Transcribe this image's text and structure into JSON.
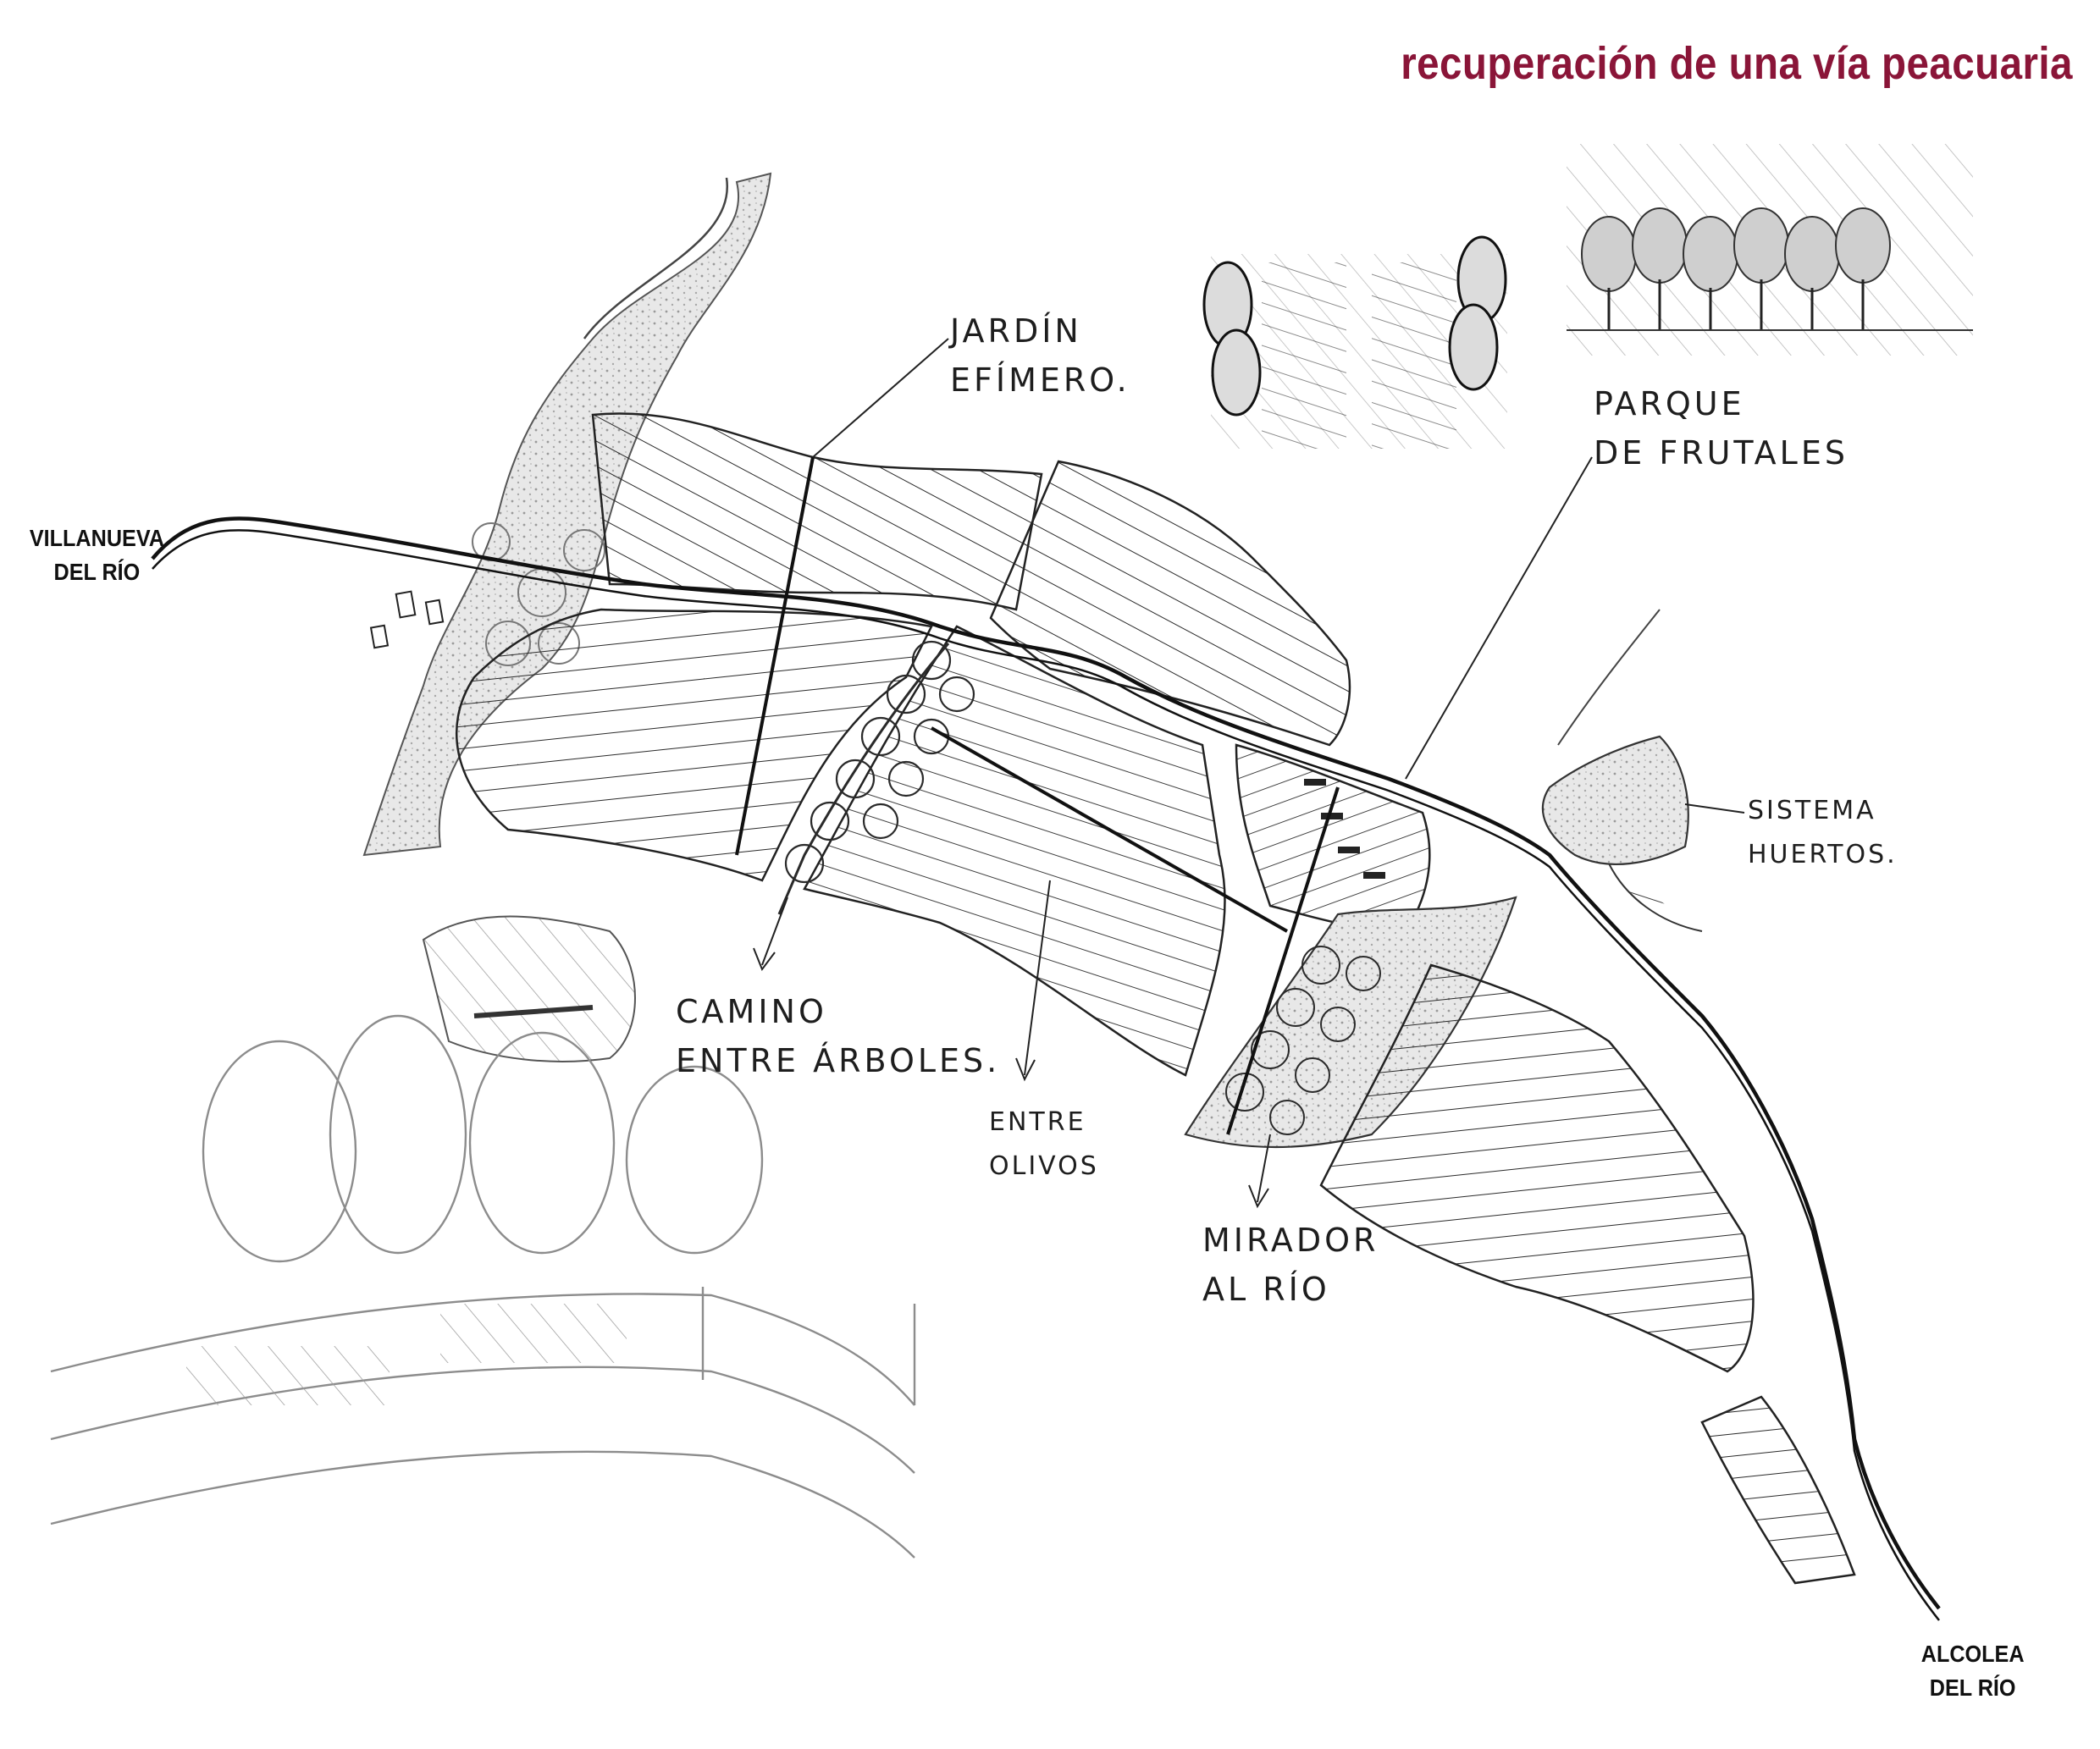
{
  "title": "recuperación de una vía peacuaria",
  "colors": {
    "title": "#8a1538",
    "ink": "#1e1e1e",
    "pencil": "#8c8c8c",
    "shade": "#d9d9d9",
    "paper": "#ffffff"
  },
  "places": {
    "start": {
      "line1": "VILLANUEVA",
      "line2": "DEL RÍO"
    },
    "end": {
      "line1": "ALCOLEA",
      "line2": "DEL RÍO"
    }
  },
  "annotations": {
    "jardin": {
      "line1": "JARDÍN",
      "line2": "EFÍMERO."
    },
    "parque": {
      "line1": "PARQUE",
      "line2": "DE FRUTALES"
    },
    "sistema": {
      "line1": "SISTEMA",
      "line2": "HUERTOS."
    },
    "camino": {
      "line1": "CAMINO",
      "line2": "ENTRE ÁRBOLES."
    },
    "entre_olivos": {
      "line1": "ENTRE",
      "line2": "OLIVOS"
    },
    "mirador": {
      "line1": "MIRADOR",
      "line2": "AL RÍO"
    }
  },
  "icons": [
    "river-path",
    "olive-grove-hatching",
    "tree-canopy",
    "fruit-orchard-vignette",
    "garden-vignette",
    "bridge-perspective"
  ]
}
